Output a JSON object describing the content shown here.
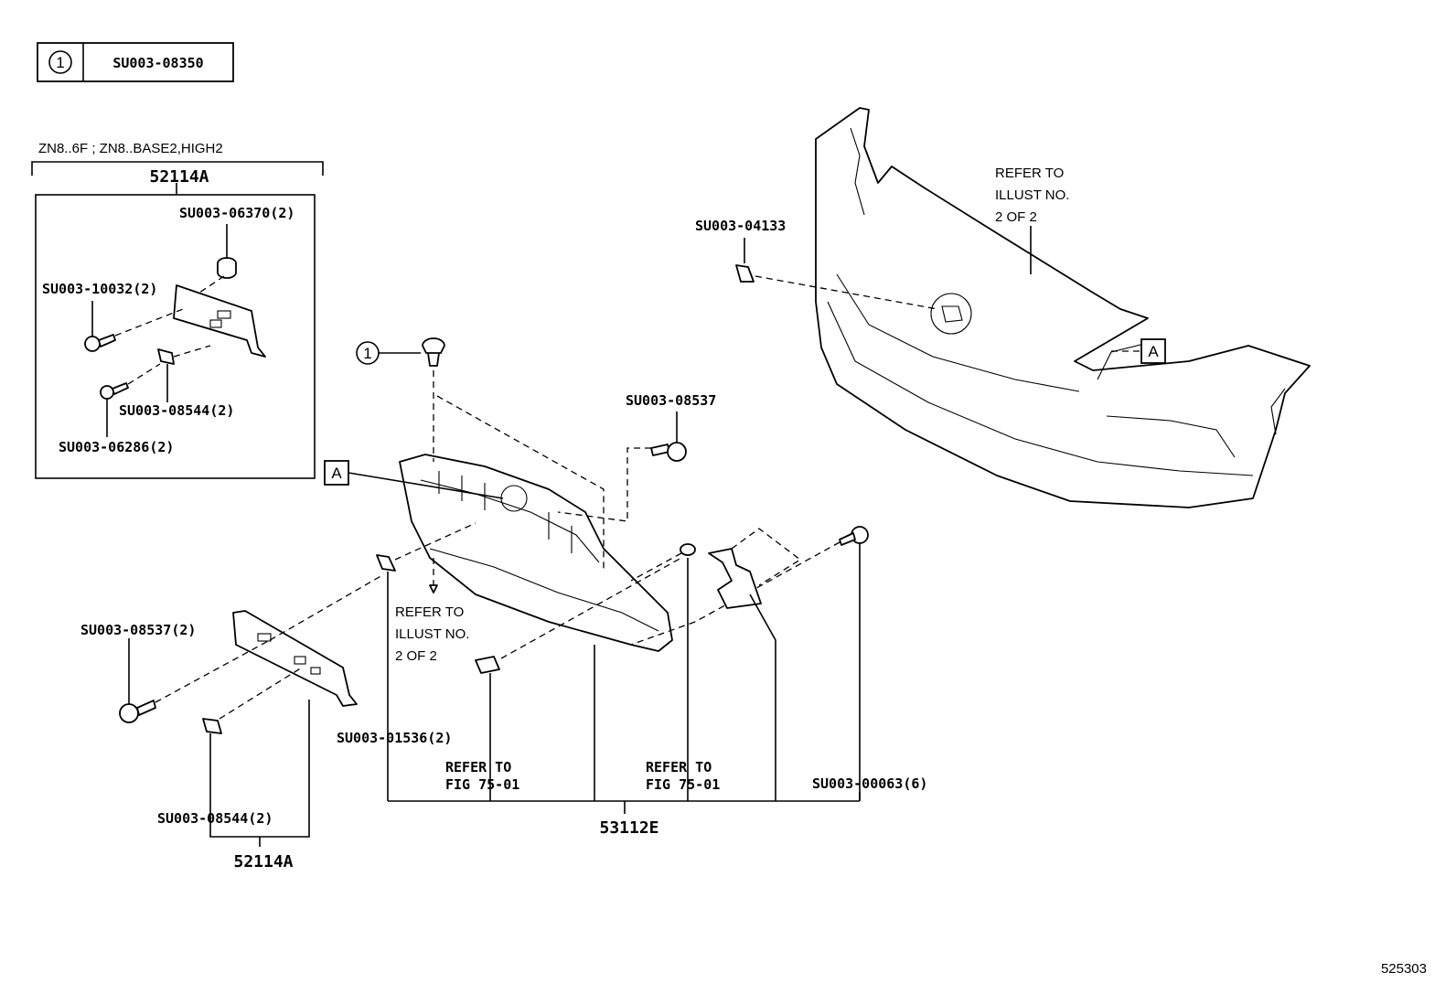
{
  "legend": {
    "key_symbol": "1",
    "key_part": "SU003-08350"
  },
  "condition_note": "ZN8..6F ; ZN8..BASE2,HIGH2",
  "group_top": {
    "code": "52114A"
  },
  "group_bottom": {
    "code": "52114A"
  },
  "assembly": {
    "code": "53112E"
  },
  "callouts": {
    "inset_clip_top": "SU003-06370(2)",
    "inset_bolt": "SU003-10032(2)",
    "inset_nut": "SU003-08544(2)",
    "inset_screw": "SU003-06286(2)",
    "bumper_clip": "SU003-04133",
    "grille_bolt": "SU003-08537",
    "plate_bolt": "SU003-08537(2)",
    "plate_nut": "SU003-08544(2)",
    "grille_clip": "SU003-01536(2)",
    "grille_screw": "SU003-00063(6)",
    "key_marker": "1",
    "marker_a_left": "A",
    "marker_a_right": "A"
  },
  "refer_bumper": {
    "line1": "REFER TO",
    "line2": "ILLUST NO.",
    "line3": "2 OF 2"
  },
  "refer_grille": {
    "line1": "REFER TO",
    "line2": "ILLUST NO.",
    "line3": "2 OF 2"
  },
  "refer_fig_left": {
    "line1": "REFER TO",
    "line2": "FIG 75-01"
  },
  "refer_fig_right": {
    "line1": "REFER TO",
    "line2": "FIG 75-01"
  },
  "illustration_id": "525303"
}
